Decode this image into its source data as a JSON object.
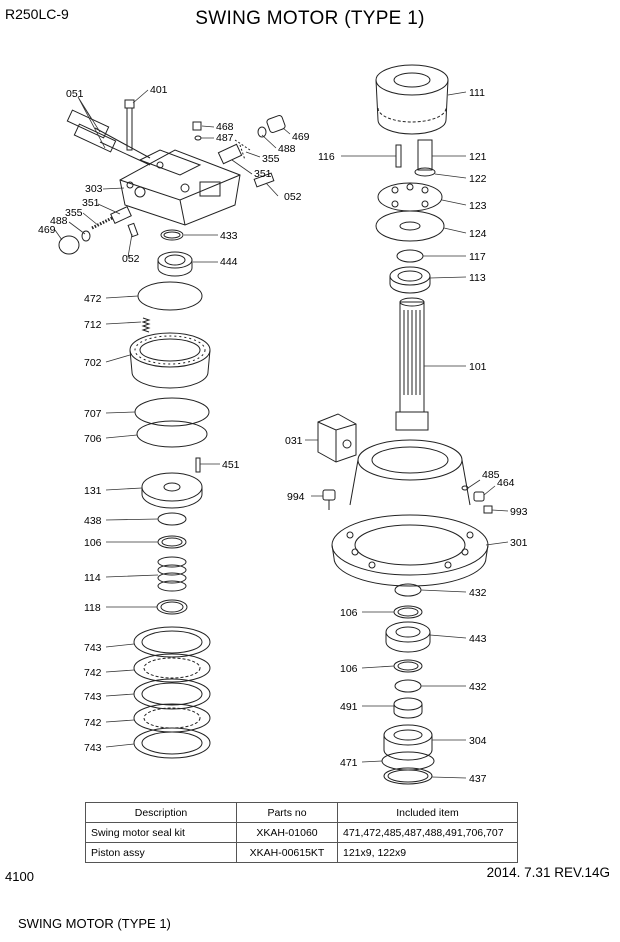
{
  "header": {
    "model": "R250LC-9",
    "title": "SWING MOTOR (TYPE 1)"
  },
  "callouts": {
    "c051a": "051",
    "c401": "401",
    "c468": "468",
    "c487": "487",
    "c469a": "469",
    "c488a": "488",
    "c355a": "355",
    "c351a": "351",
    "c303": "303",
    "c052a": "052",
    "c351b": "351",
    "c488b": "488",
    "c355b": "355",
    "c469b": "469",
    "c052b": "052",
    "c433": "433",
    "c444": "444",
    "c472": "472",
    "c712": "712",
    "c702": "702",
    "c707": "707",
    "c706": "706",
    "c451": "451",
    "c131": "131",
    "c438": "438",
    "c106a": "106",
    "c114": "114",
    "c118": "118",
    "c743a": "743",
    "c742a": "742",
    "c743b": "743",
    "c742b": "742",
    "c743c": "743",
    "c111": "111",
    "c116": "116",
    "c121": "121",
    "c122": "122",
    "c123": "123",
    "c124": "124",
    "c117": "117",
    "c113": "113",
    "c101": "101",
    "c031": "031",
    "c485": "485",
    "c464": "464",
    "c994": "994",
    "c993": "993",
    "c301": "301",
    "c432a": "432",
    "c106b": "106",
    "c443": "443",
    "c106c": "106",
    "c432b": "432",
    "c491": "491",
    "c304": "304",
    "c471": "471",
    "c437": "437"
  },
  "kit_table": {
    "headers": [
      "Description",
      "Parts no",
      "Included item"
    ],
    "rows": [
      [
        "Swing motor seal kit",
        "XKAH-01060",
        "471,472,485,487,488,491,706,707"
      ],
      [
        "Piston assy",
        "XKAH-00615KT",
        "121x9, 122x9"
      ]
    ]
  },
  "footer": {
    "page_number": "4100",
    "revision": "2014. 7.31  REV.14G",
    "caption": "SWING MOTOR (TYPE 1)"
  }
}
